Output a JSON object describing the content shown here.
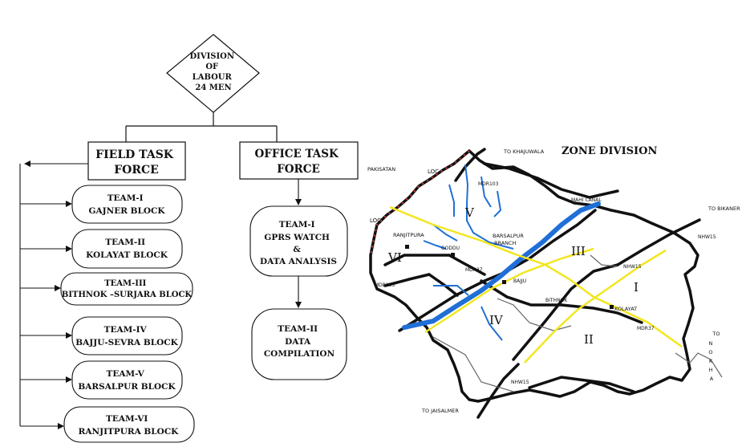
{
  "chart": {
    "root": {
      "lines": [
        "DIVISION",
        "OF",
        "LABOUR",
        "24 MEN"
      ]
    },
    "field_force": {
      "lines": [
        "FIELD TASK",
        "FORCE"
      ]
    },
    "office_force": {
      "lines": [
        "OFFICE TASK",
        "FORCE"
      ]
    },
    "field_teams": [
      {
        "lines": [
          "TEAM-I",
          "GAJNER BLOCK"
        ]
      },
      {
        "lines": [
          "TEAM-II",
          "KOLAYAT BLOCK"
        ]
      },
      {
        "lines": [
          "TEAM-III",
          "BITHNOK –SURJARA BLOCK"
        ]
      },
      {
        "lines": [
          "TEAM-IV",
          "BAJJU-SEVRA BLOCK"
        ]
      },
      {
        "lines": [
          "TEAM-V",
          "BARSALPUR BLOCK"
        ]
      },
      {
        "lines": [
          "TEAM-VI",
          "RANJITPURA BLOCK"
        ]
      }
    ],
    "office_teams": [
      {
        "lines": [
          "TEAM-I",
          "GPRS WATCH",
          "&",
          "DATA ANALYSIS"
        ]
      },
      {
        "lines": [
          "TEAM-II",
          "DATA",
          "COMPILATION"
        ]
      }
    ]
  },
  "map": {
    "title": "ZONE DIVISION",
    "zones": [
      "I",
      "II",
      "III",
      "IV",
      "V",
      "VI"
    ],
    "places": {
      "to_khajuwala": "TO KHAJUWALA",
      "pakistan": "PAKISATAN",
      "loc_1": "LOC",
      "loc_2": "LOC",
      "mdr103_top": "MDR103",
      "mahi_canal": "MAHI CANAL",
      "to_bikaner": "TO BIKANER",
      "nh15_top": "NHW15",
      "ranjitpura": "RANJITPURA",
      "goddu": "GODDU",
      "barsalpur": "BARSALPUR",
      "branch": "BRANCH",
      "mdr37_left": "MDR37",
      "bajju": "BAJJU",
      "mdr103_left": "MDR103",
      "nh15_mid": "NHW15",
      "bithnok": "BITHNOK",
      "kolayat": "KOLAYAT",
      "mdr37_right": "MDR37",
      "to_nokha": [
        "TO",
        "N",
        "O",
        "K",
        "H",
        "A"
      ],
      "nh15_bottom": "NHW15",
      "to_jaisalmer": "TO JAISALMER"
    }
  }
}
